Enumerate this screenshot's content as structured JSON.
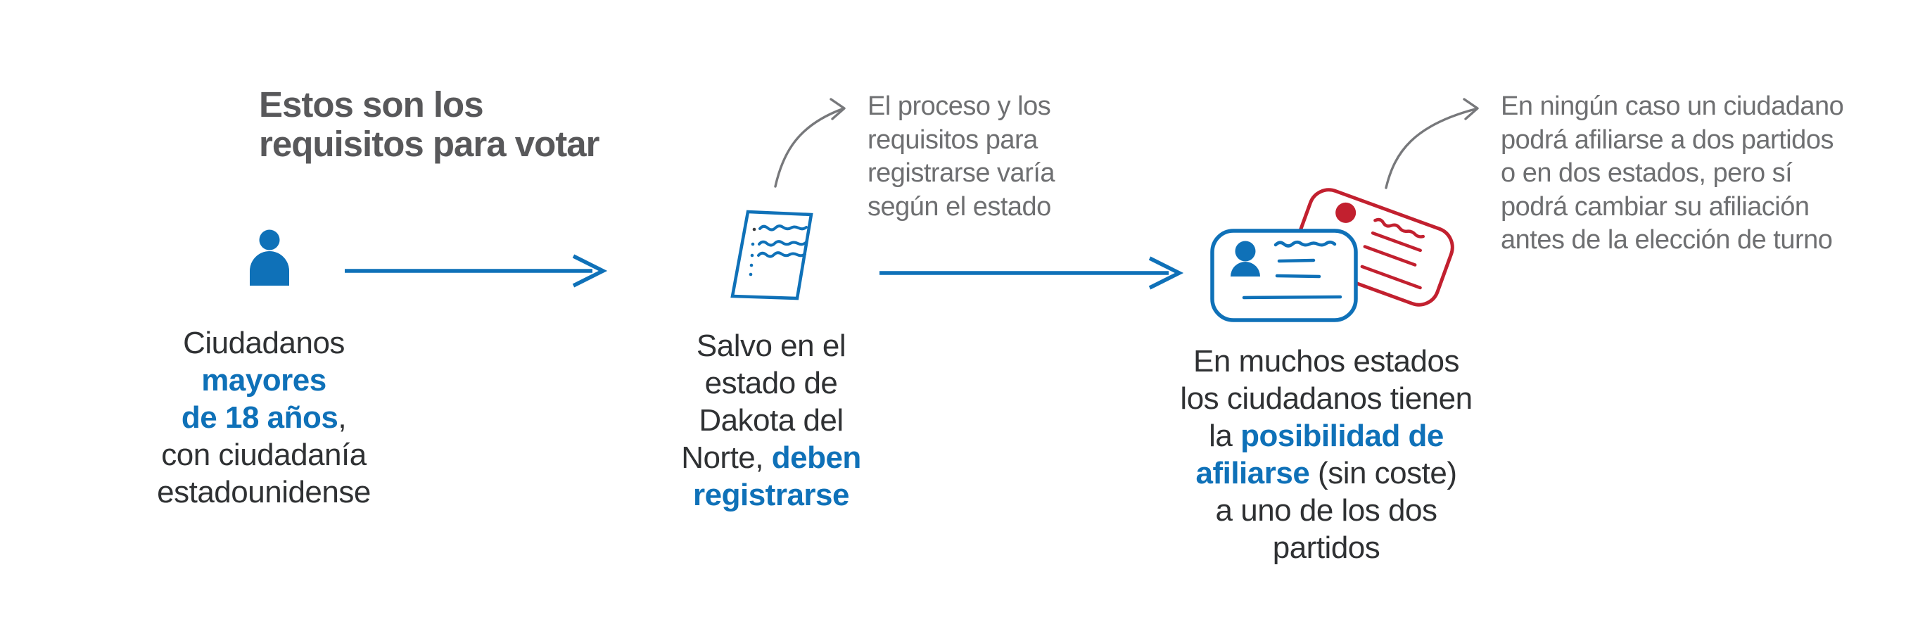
{
  "colors": {
    "blue": "#0f71b8",
    "red": "#c2202f",
    "dark": "#2f3133",
    "title-gray": "#58585a",
    "note-gray": "#6e6f71",
    "arrow-gray": "#77787b",
    "bg": "#ffffff"
  },
  "title": {
    "line1": "Estos son los",
    "line2": "requisitos para votar"
  },
  "steps": {
    "step1": {
      "icon": "person-icon",
      "text": {
        "line1": "Ciudadanos",
        "line2": "mayores",
        "line3_blue": "de 18 años",
        "line3_rest": ",",
        "line4": "con ciudadanía",
        "line5": "estadounidense"
      }
    },
    "step2": {
      "icon": "registration-form-icon",
      "text": {
        "line1": "Salvo en el",
        "line2": "estado de",
        "line3": "Dakota del",
        "line4_dark": "Norte, ",
        "line4_blue": "deben",
        "line5_blue": "registrarse"
      }
    },
    "step3": {
      "icon": "party-id-cards-icon",
      "text": {
        "line1": "En muchos estados",
        "line2": "los ciudadanos tienen",
        "line3_dark": "la ",
        "line3_blue": "posibilidad de",
        "line4_blue": "afiliarse",
        "line4_rest": " (sin coste)",
        "line5": "a uno de los dos",
        "line6": "partidos"
      }
    }
  },
  "callouts": {
    "callout1": {
      "icon": "curved-arrow-icon",
      "lines": [
        "El proceso y los",
        "requisitos para",
        "registrarse varía",
        "según el estado"
      ]
    },
    "callout2": {
      "icon": "curved-arrow-icon",
      "lines": [
        "En ningún caso un ciudadano",
        "podrá afiliarse a dos partidos",
        "o en dos estados, pero sí",
        "podrá cambiar su afiliación",
        "antes de la elección de turno"
      ]
    }
  },
  "connectors": {
    "arrow1": "arrow-right-icon",
    "arrow2": "arrow-right-icon"
  }
}
